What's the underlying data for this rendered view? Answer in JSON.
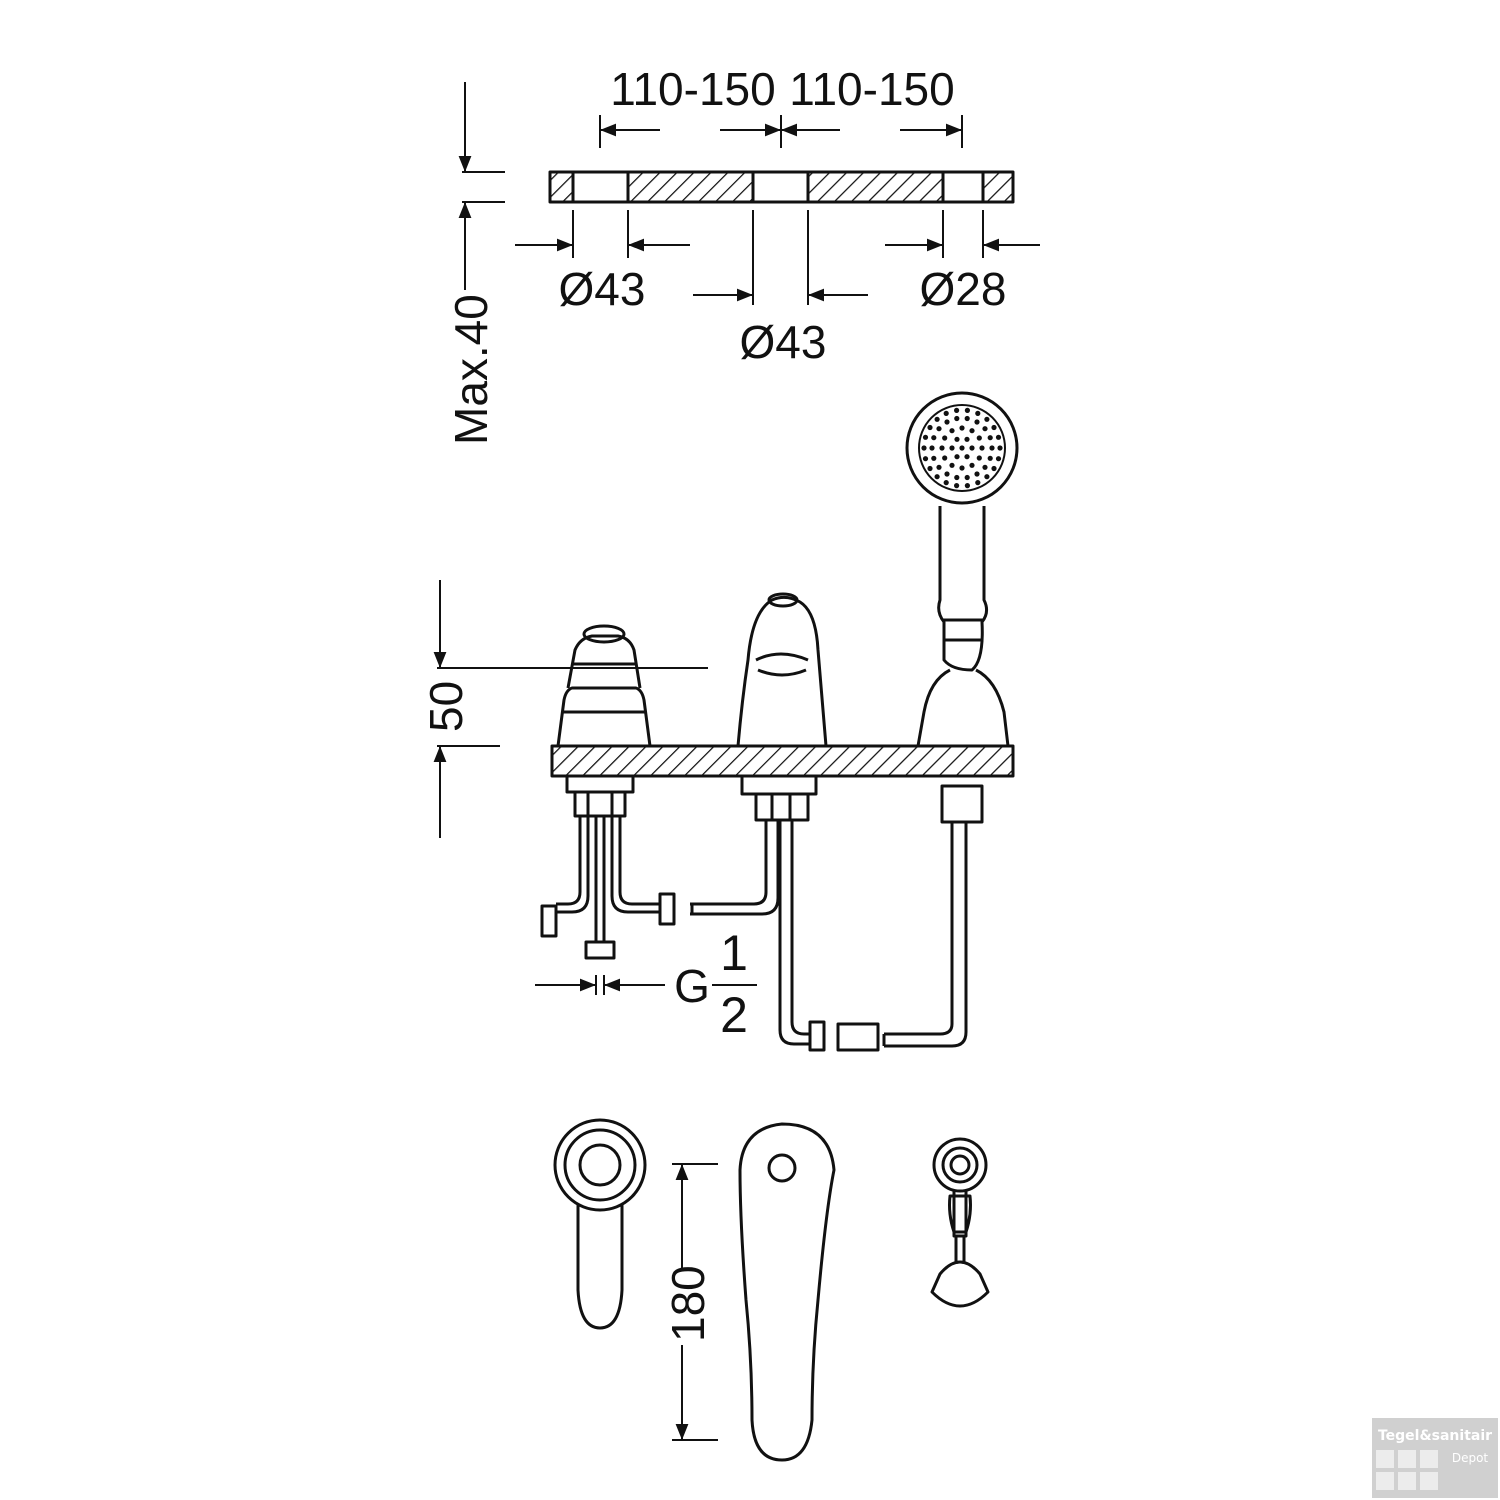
{
  "dimensions": {
    "spacing_left": "110-150",
    "spacing_right": "110-150",
    "hole_left": "Ø43",
    "hole_center": "Ø43",
    "hole_right": "Ø28",
    "deck_thickness": "Max.40",
    "handle_height": "50",
    "spout_length": "180",
    "connection_prefix": "G",
    "connection_numerator": "1",
    "connection_denominator": "2"
  },
  "watermark": {
    "title": "Tegel&sanitair",
    "subtitle": "Depot"
  },
  "colors": {
    "line": "#111111",
    "background": "#ffffff",
    "watermark_bg": "#d0d0d0"
  }
}
